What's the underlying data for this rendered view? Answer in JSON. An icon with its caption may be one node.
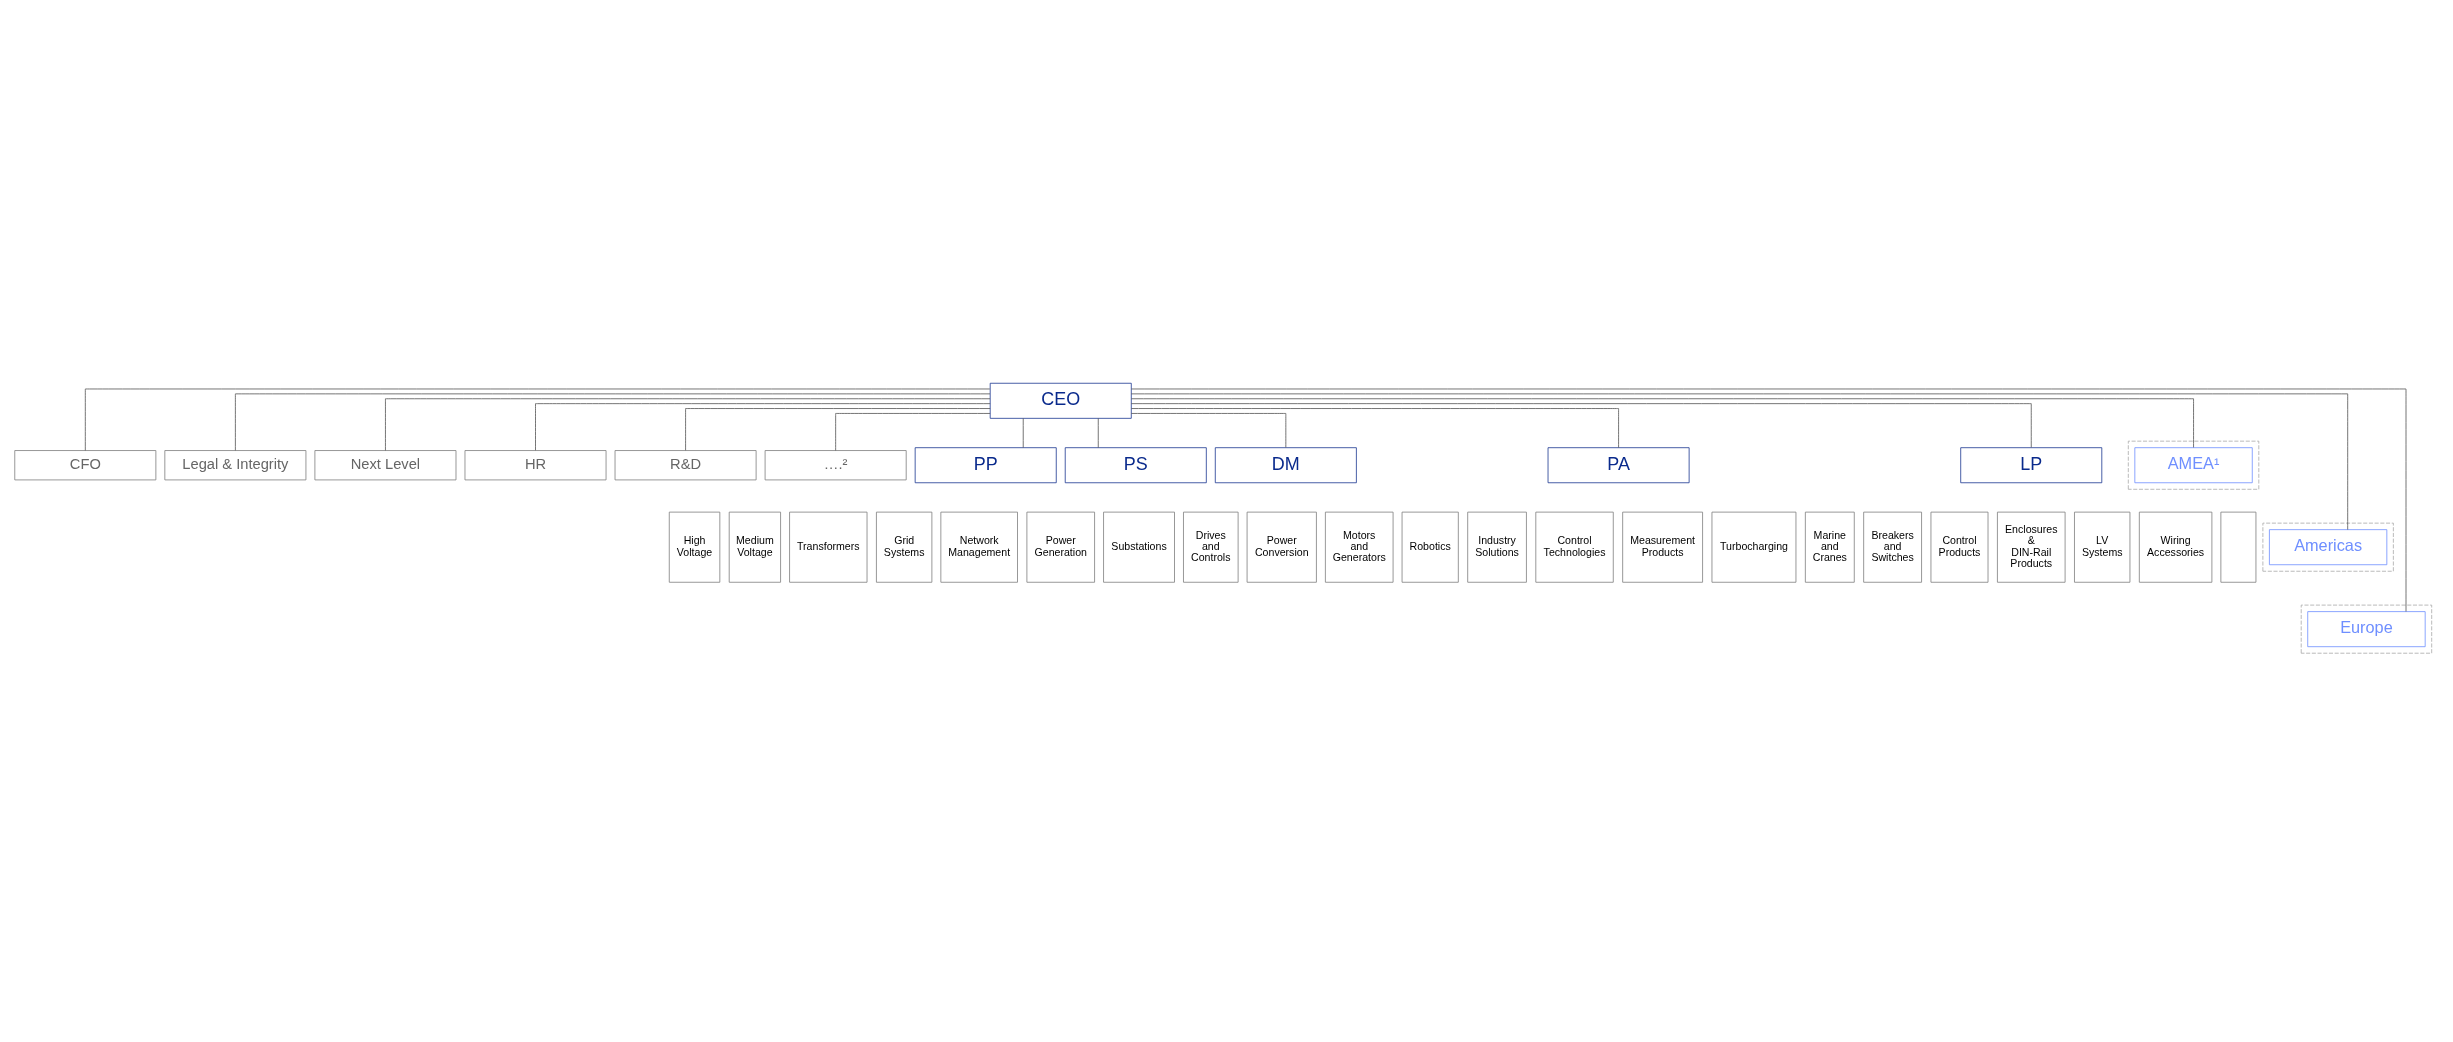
{
  "diagram": {
    "nodes": [
      {
        "text": [
          "CEO"
        ]
      },
      {
        "text": [
          "CFO"
        ]
      },
      {
        "text": [
          "Legal & Integrity"
        ]
      },
      {
        "text": [
          "Next Level"
        ]
      },
      {
        "text": [
          "HR"
        ]
      },
      {
        "text": [
          "R&D"
        ]
      },
      {
        "text": [
          "….²"
        ]
      },
      {
        "text": [
          "PP"
        ]
      },
      {
        "text": [
          "PS"
        ]
      },
      {
        "text": [
          "DM"
        ]
      },
      {
        "text": [
          "PA"
        ]
      },
      {
        "text": [
          "LP"
        ]
      },
      {
        "text": [],
        "shape": "box"
      },
      {
        "text": [
          "AMEA¹"
        ],
        "in": 12
      },
      {
        "text": [],
        "shape": "box"
      },
      {
        "text": [
          "Americas"
        ],
        "in": 14
      },
      {
        "text": [],
        "shape": "box"
      },
      {
        "text": [
          "Europe"
        ],
        "in": 16
      },
      {
        "text": [
          "High Voltage"
        ]
      },
      {
        "text": [
          "Medium Voltage"
        ]
      },
      {
        "text": [
          "Transformers"
        ]
      },
      {
        "text": [
          "Grid Systems"
        ]
      },
      {
        "text": [
          "Network Management"
        ]
      },
      {
        "text": [
          "Power Generation"
        ]
      },
      {
        "text": [
          "Substations"
        ]
      },
      {
        "text": [
          "Drives and Controls"
        ]
      },
      {
        "text": [
          "Power Conversion"
        ]
      },
      {
        "text": [
          "Motors and Generators"
        ]
      },
      {
        "text": [
          "Robotics"
        ]
      },
      {
        "text": [
          "Industry Solutions"
        ]
      },
      {
        "text": [
          "Control Technologies"
        ]
      },
      {
        "text": [
          "Measurement Products"
        ]
      },
      {
        "text": [
          "Turbocharging"
        ]
      },
      {
        "text": [
          "Marine and Cranes"
        ]
      },
      {
        "text": [
          "Breakers and Switches"
        ]
      },
      {
        "text": [
          "Control Products"
        ]
      },
      {
        "text": [
          "Enclosures & DIN-Rail Products"
        ]
      },
      {
        "text": [
          "LV Systems"
        ]
      },
      {
        "text": [
          "Wiring Accessories"
        ]
      },
      {
        "text": [],
        "shape": "box"
      }
    ],
    "edges": [
      {
        "from": 0,
        "to": 1,
        "arrow": "none"
      },
      {
        "from": 0,
        "to": 2,
        "arrow": "none"
      },
      {
        "from": 0,
        "to": 3,
        "arrow": "none"
      },
      {
        "from": 0,
        "to": 4,
        "arrow": "none"
      },
      {
        "from": 0,
        "to": 5,
        "arrow": "none"
      },
      {
        "from": 0,
        "to": 6,
        "arrow": "none"
      },
      {
        "from": 0,
        "to": 7,
        "arrow": "none"
      },
      {
        "from": 0,
        "to": 8,
        "arrow": "none"
      },
      {
        "from": 0,
        "to": 9,
        "arrow": "none"
      },
      {
        "from": 0,
        "to": 10,
        "arrow": "none"
      },
      {
        "from": 0,
        "to": 11,
        "arrow": "none"
      },
      {
        "from": 0,
        "to": 13,
        "arrow": "none"
      },
      {
        "from": 0,
        "to": 15,
        "arrow": "none"
      },
      {
        "from": 0,
        "to": 17,
        "arrow": "none"
      }
    ]
  }
}
